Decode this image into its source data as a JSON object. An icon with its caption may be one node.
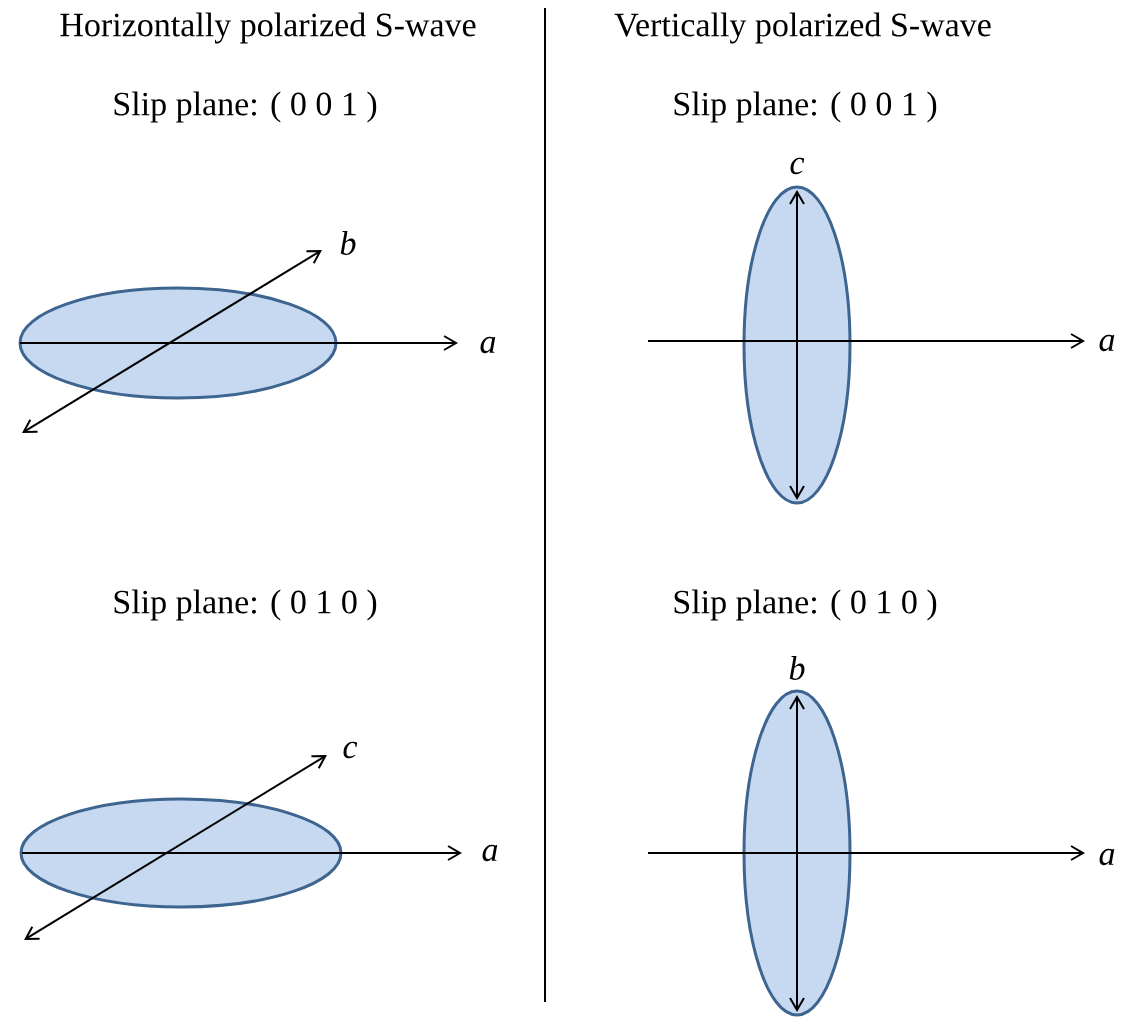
{
  "diagram": {
    "labels": [
      "Horizontally polarized S-wave",
      "Vertically polarized S-wave",
      "Slip plane: ( 0 0 1 )",
      "Slip plane: ( 0 0 1 )",
      "b",
      "a",
      "c",
      "a",
      "Slip plane: ( 0 1 0 )",
      "Slip plane: ( 0 1 0 )",
      "c",
      "a",
      "b",
      "a"
    ]
  }
}
